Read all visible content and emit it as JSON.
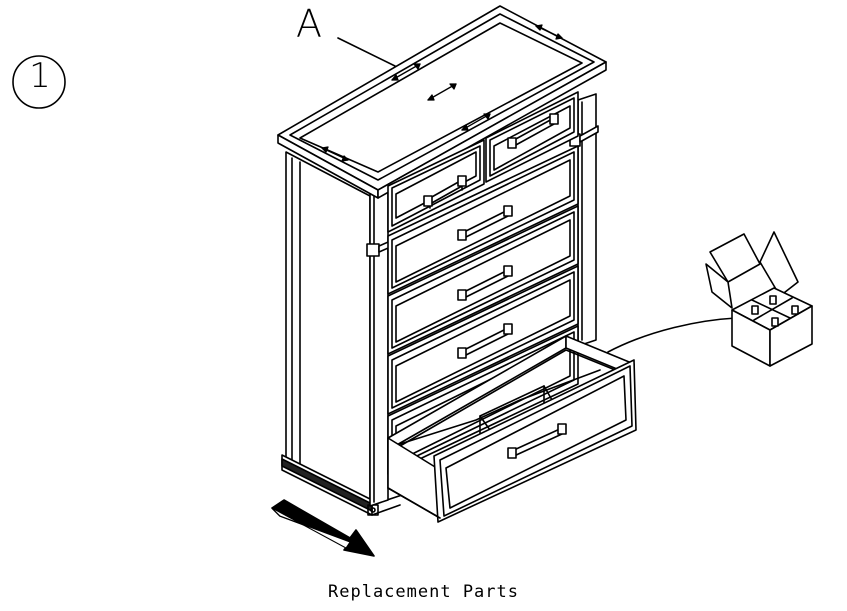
{
  "step": {
    "number": "1"
  },
  "callout": {
    "part_label": "A"
  },
  "caption": {
    "text": "Replacement Parts"
  }
}
